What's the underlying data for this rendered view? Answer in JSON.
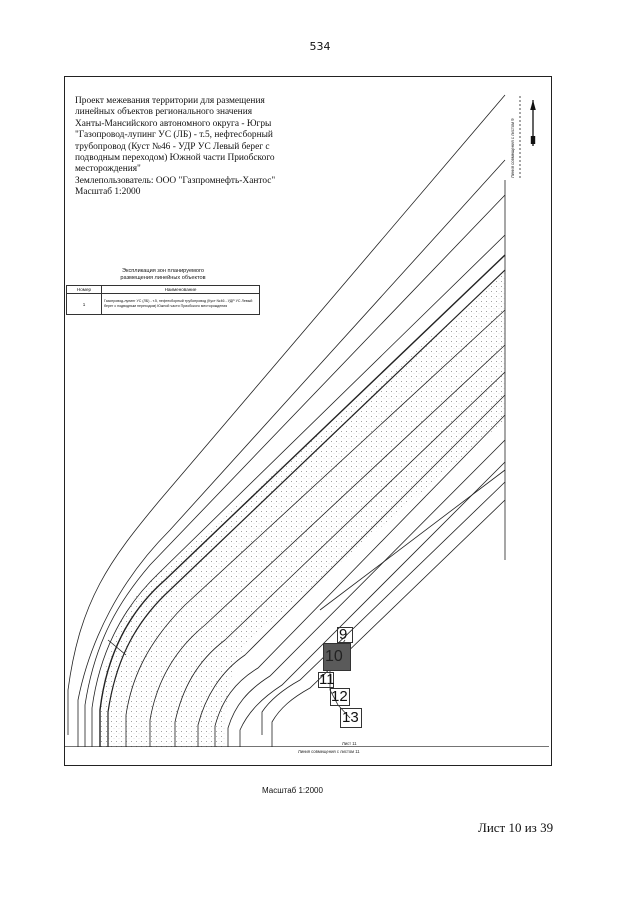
{
  "page_number": "534",
  "title_lines": [
    "Проект межевания территории для размещения",
    "линейных объектов регионального значения",
    "Ханты-Мансийского автономного округа - Югры",
    "\"Газопровод-лупинг УС (ЛБ) - т.5, нефтесборный",
    "трубопровод (Куст №46 - УДР УС Левый берег с",
    "подводным переходом) Южной части Приобского",
    "месторождения\""
  ],
  "land_user": "Землепользователь: ООО \"Газпромнефть-Хантос\"",
  "scale_top": "Масштаб 1:2000",
  "legend": {
    "title_line1": "Экспликация зон планируемого",
    "title_line2": "размещения линейных объектов",
    "col_number": "Номер",
    "col_name": "Наименование",
    "rows": [
      {
        "number": "1",
        "name": "Газопровод-лупинг УС (ЛБ) - т.5, нефтесборный трубопровод (Куст №46 - УДР УС Левый берег с подводным переходом) Южной части Приобского месторождения"
      }
    ]
  },
  "match_line_top": "Линия совмещения с листом 9",
  "sheet_label": "Лист 11",
  "match_line_bottom": "Линия совмещения с листом 11",
  "points": [
    "9",
    "10",
    "11",
    "12",
    "13"
  ],
  "scale_bottom": "Масштаб 1:2000",
  "sheet_footer": "Лист 10 из 39",
  "colors": {
    "line": "#222222",
    "dots": "#777777",
    "box_fill": "#5a5a5a"
  },
  "icons": [
    "north-arrow-icon"
  ]
}
